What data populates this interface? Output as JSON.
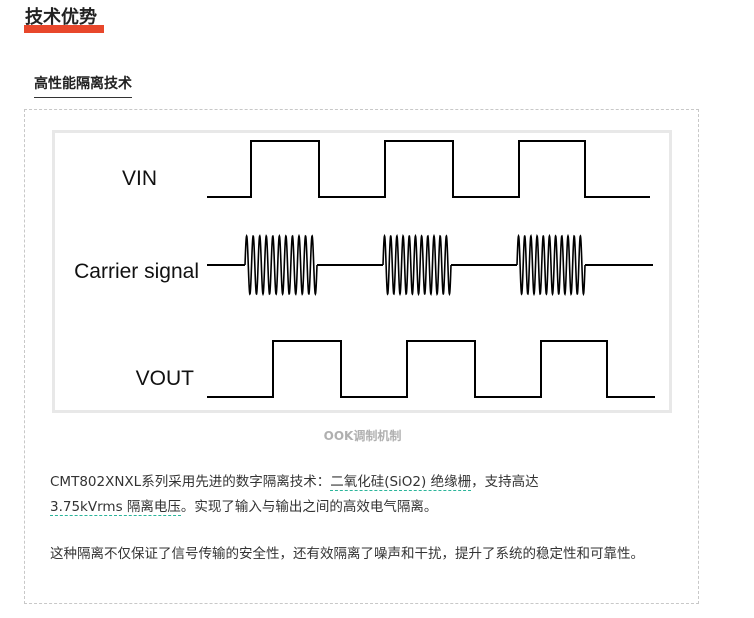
{
  "header": {
    "section_title": "技术优势",
    "subtitle": "高性能隔离技术"
  },
  "diagram": {
    "signals": [
      {
        "label": "VIN"
      },
      {
        "label": "Carrier signal"
      },
      {
        "label": "VOUT"
      }
    ],
    "caption": "OOK调制机制"
  },
  "paragraphs": {
    "p1": {
      "part1": "CMT802XNXL系列采用先进的数字隔离技术：",
      "highlight1": "二氧化硅(SiO2) 绝缘栅",
      "part2": "，支持高达",
      "highlight2": "3.75kVrms 隔离电压",
      "part3": "。实现了输入与输出之间的高效电气隔离。"
    },
    "p2": {
      "text": "这种隔离不仅保证了信号传输的安全性，还有效隔离了噪声和干扰，提升了系统的稳定性和可靠性。"
    }
  }
}
